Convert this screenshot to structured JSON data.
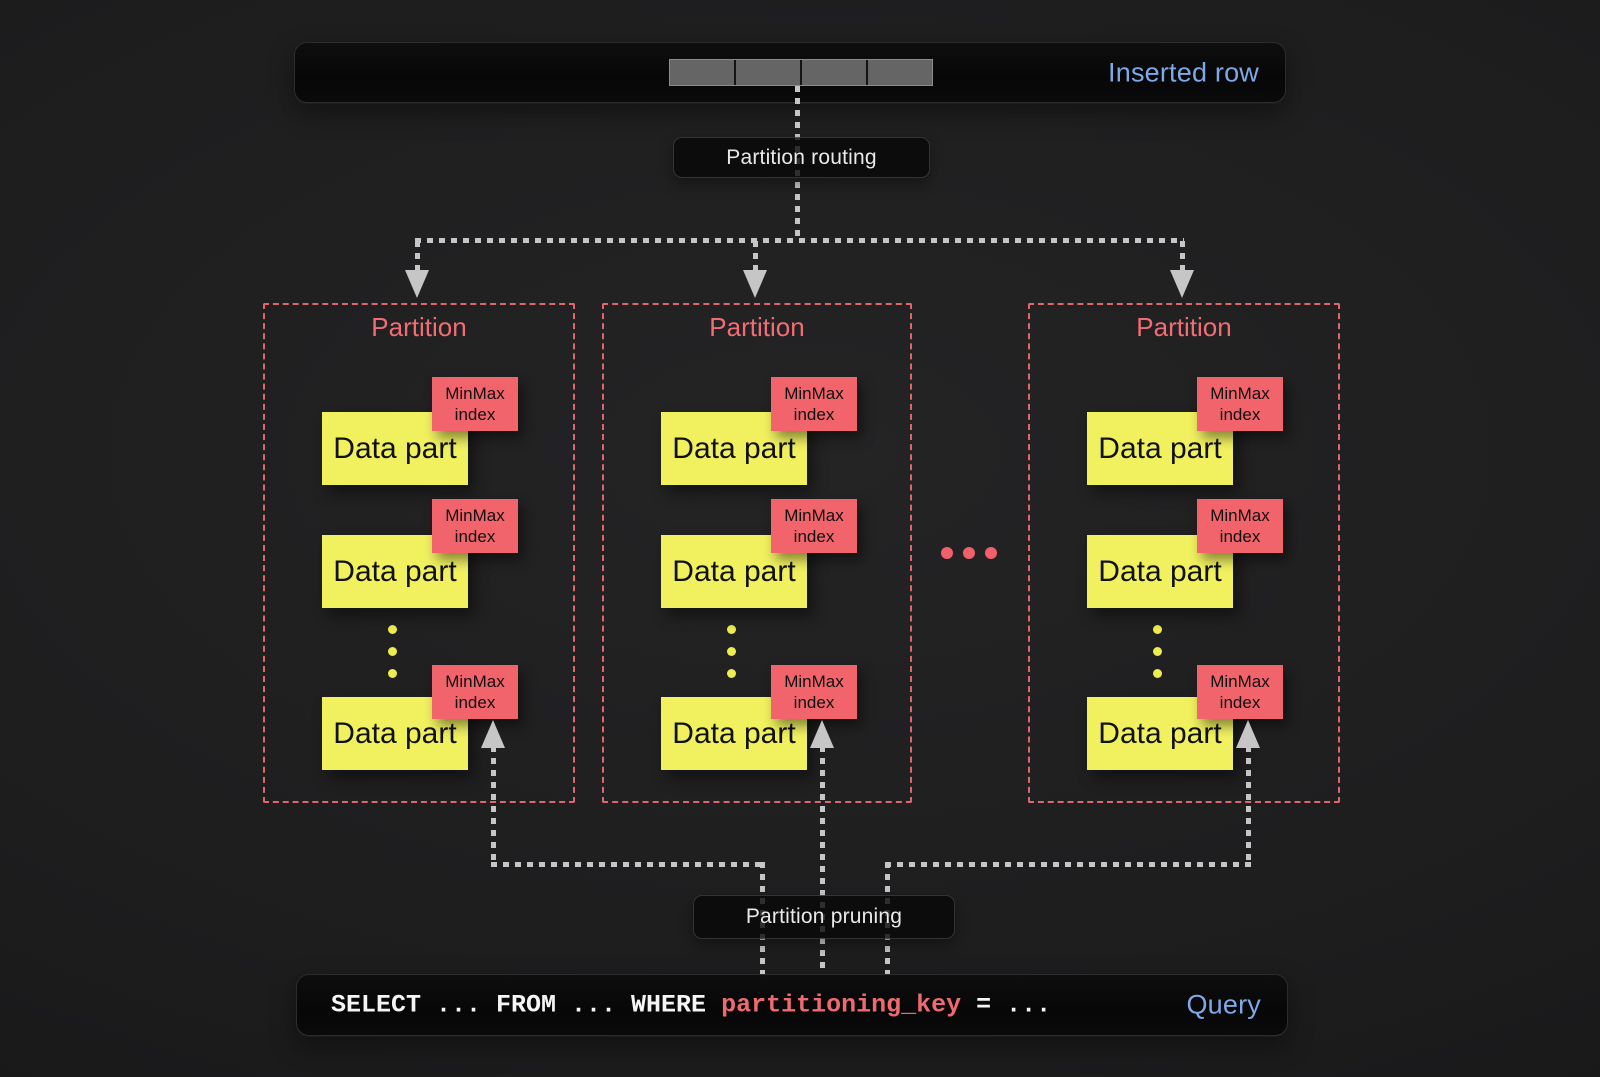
{
  "inserted_row_box": {
    "label": "Inserted row",
    "segment_count": 4
  },
  "flow": {
    "routing_label": "Partition routing",
    "pruning_label": "Partition pruning"
  },
  "partitions": [
    {
      "title": "Partition",
      "parts": [
        {
          "name": "Data part",
          "index": "MinMax index"
        },
        {
          "name": "Data part",
          "index": "MinMax index"
        },
        {
          "name": "Data part",
          "index": "MinMax index"
        }
      ],
      "more_parts_dots": 3
    },
    {
      "title": "Partition",
      "parts": [
        {
          "name": "Data part",
          "index": "MinMax index"
        },
        {
          "name": "Data part",
          "index": "MinMax index"
        },
        {
          "name": "Data part",
          "index": "MinMax index"
        }
      ],
      "more_parts_dots": 3
    },
    {
      "title": "Partition",
      "parts": [
        {
          "name": "Data part",
          "index": "MinMax index"
        },
        {
          "name": "Data part",
          "index": "MinMax index"
        },
        {
          "name": "Data part",
          "index": "MinMax index"
        }
      ],
      "more_parts_dots": 3
    }
  ],
  "more_partitions_dots": 3,
  "query_box": {
    "sql_prefix": "SELECT ... FROM ... WHERE ",
    "sql_keyword": "partitioning_key",
    "sql_suffix": " = ...",
    "label": "Query"
  },
  "colors": {
    "accent_blue": "#7FA9E6",
    "coral": "#F2646C",
    "yellow": "#F1F160",
    "connector_gray": "#C6C6C6",
    "partition_border": "#E0656D",
    "sql_keyword_red": "#ED6A6F"
  }
}
